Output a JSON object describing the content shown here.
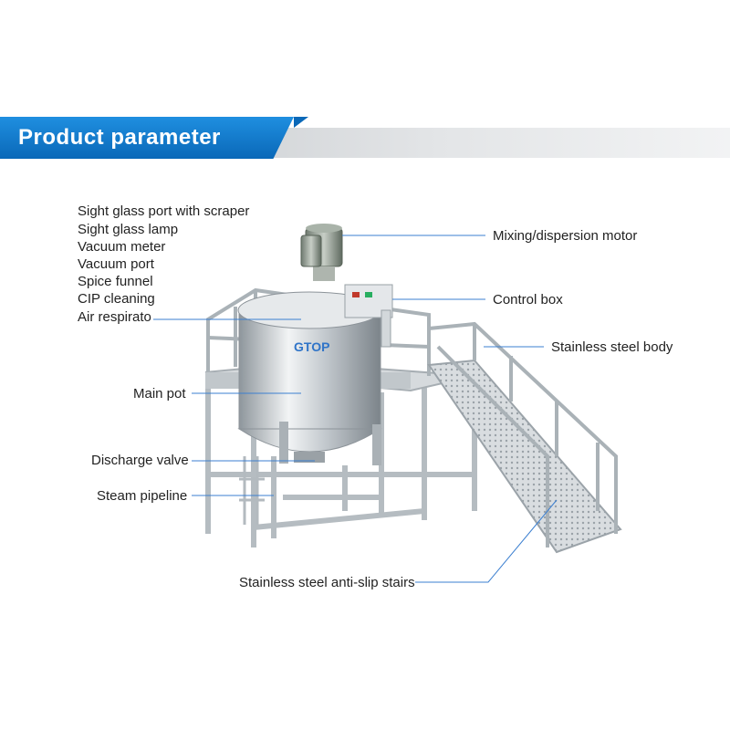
{
  "banner": {
    "title": "Product parameter",
    "color_primary": "#0a68b8",
    "color_secondary": "#c9ccd0"
  },
  "labels_left": [
    "Sight glass port with scraper",
    "Sight glass lamp",
    "Vacuum meter",
    "Vacuum port",
    "Spice funnel",
    "CIP cleaning",
    "Air respirato"
  ],
  "callouts": {
    "main_pot": "Main pot",
    "discharge_valve": "Discharge valve",
    "steam_pipeline": "Steam pipeline",
    "mixing_motor": "Mixing/dispersion motor",
    "control_box": "Control box",
    "stainless_body": "Stainless steel body",
    "stairs": "Stainless steel anti-slip stairs"
  },
  "logo_text": "GTOP",
  "leader_color": "#3b7fd0",
  "icons": [
    "mixing-tank-illustration"
  ]
}
